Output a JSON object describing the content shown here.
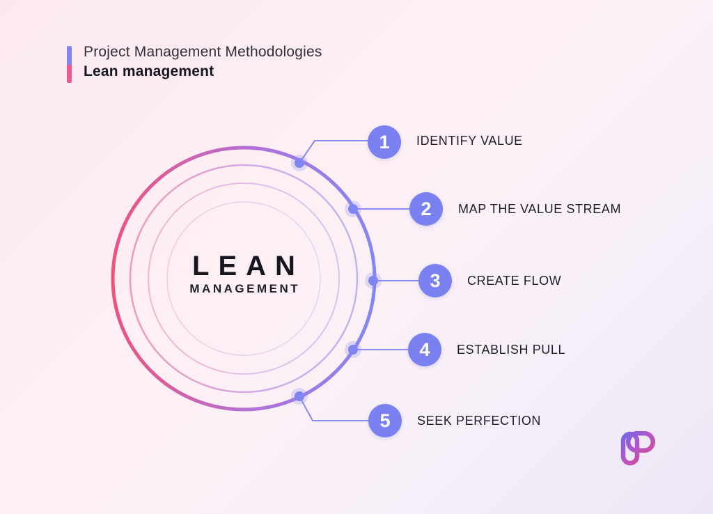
{
  "header": {
    "category": "Project Management Methodologies",
    "title": "Lean management"
  },
  "center": {
    "title": "LEAN",
    "subtitle": "MANAGEMENT"
  },
  "steps": [
    {
      "number": "1",
      "label": "IDENTIFY VALUE"
    },
    {
      "number": "2",
      "label": "MAP THE VALUE STREAM"
    },
    {
      "number": "3",
      "label": "CREATE FLOW"
    },
    {
      "number": "4",
      "label": "ESTABLISH PULL"
    },
    {
      "number": "5",
      "label": "SEEK PERFECTION"
    }
  ],
  "icons": {
    "brand_logo": "p-monogram-gradient"
  },
  "colors": {
    "accent_periwinkle": "#8286f1",
    "accent_pink": "#ec5b86",
    "badge_fill": "#7b80f0",
    "badge_number": "#ffffff",
    "connector": "#878bf2",
    "text_dark": "#16161f",
    "background_pink": "#fce9f0",
    "background_lavender": "#ece6f6",
    "logo_blue": "#6470f0",
    "logo_pink": "#ee3f6c"
  }
}
